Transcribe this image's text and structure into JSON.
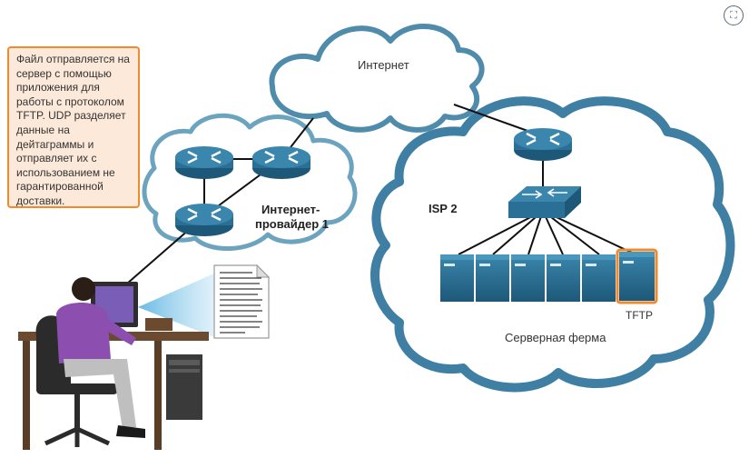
{
  "callout_text": "Файл отправляется на сервер с помощью приложения для работы с протоколом TFTP. UDP разделяет данные на дейтаграммы и отправляет их с использованием не гарантированной доставки.",
  "labels": {
    "internet": "Интернет",
    "isp1_line1": "Интернет-",
    "isp1_line2": "провайдер 1",
    "isp2": "ISP 2",
    "tftp": "TFTP",
    "server_farm": "Серверная ферма"
  },
  "icons": {
    "fullscreen": "fullscreen-icon"
  },
  "colors": {
    "cloud_outline": "#4f8cab",
    "device_blue": "#2a6f95",
    "highlight_orange": "#ef8a2e",
    "callout_fill": "#fde9d9",
    "shirt_purple": "#8c4fb0"
  }
}
